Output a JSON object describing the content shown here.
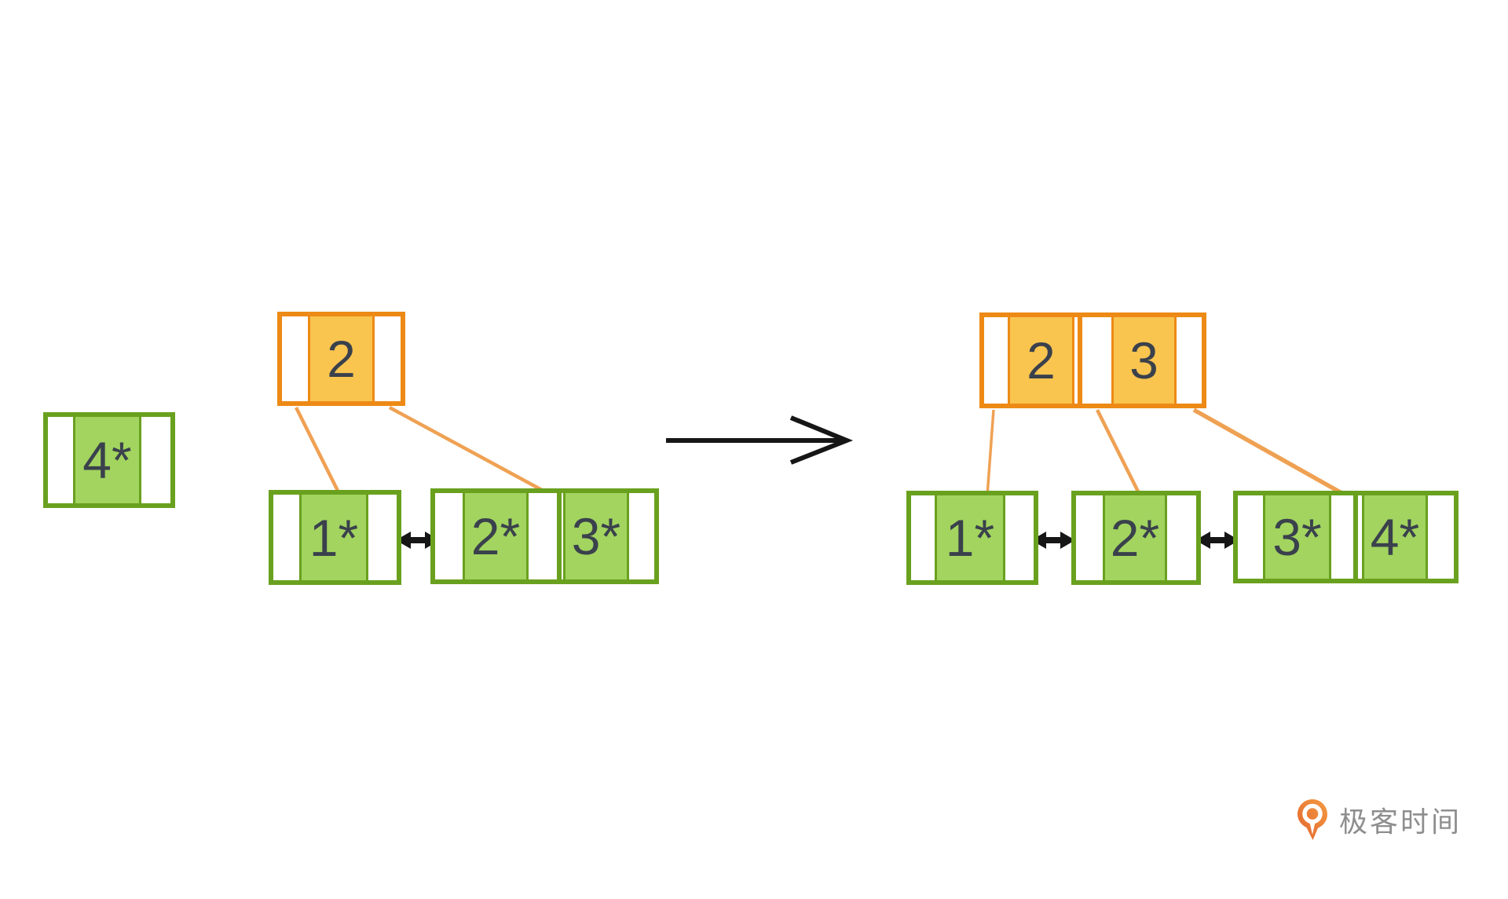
{
  "diagram": {
    "title_semantic": "bplus-tree-insert-split",
    "background": "#ffffff"
  },
  "colors": {
    "green_border": "#69A11F",
    "green_fill": "#A2D45F",
    "orange_border": "#ED8A15",
    "orange_fill": "#F9C54F",
    "connector": "#EFA153",
    "text": "#3A414C",
    "arrow_black": "#161616",
    "logo_text_gray": "#8E8E8E"
  },
  "before_tree": {
    "standalone_record": {
      "label": "4*"
    },
    "root": {
      "keys": [
        "2"
      ]
    },
    "leaves": [
      {
        "records": [
          "1*"
        ]
      },
      {
        "records": [
          "2*",
          "3*"
        ]
      }
    ],
    "leaf_links": [
      "double-headed-arrow"
    ]
  },
  "transform_arrow": {
    "direction": "right"
  },
  "after_tree": {
    "root": {
      "keys": [
        "2",
        "3"
      ]
    },
    "leaves": [
      {
        "records": [
          "1*"
        ]
      },
      {
        "records": [
          "2*"
        ]
      },
      {
        "records": [
          "3*",
          "4*"
        ]
      }
    ],
    "leaf_links": [
      "double-headed-arrow",
      "double-headed-arrow"
    ]
  },
  "logo": {
    "icon": "geektime-logo-icon",
    "text": "极客时间"
  }
}
